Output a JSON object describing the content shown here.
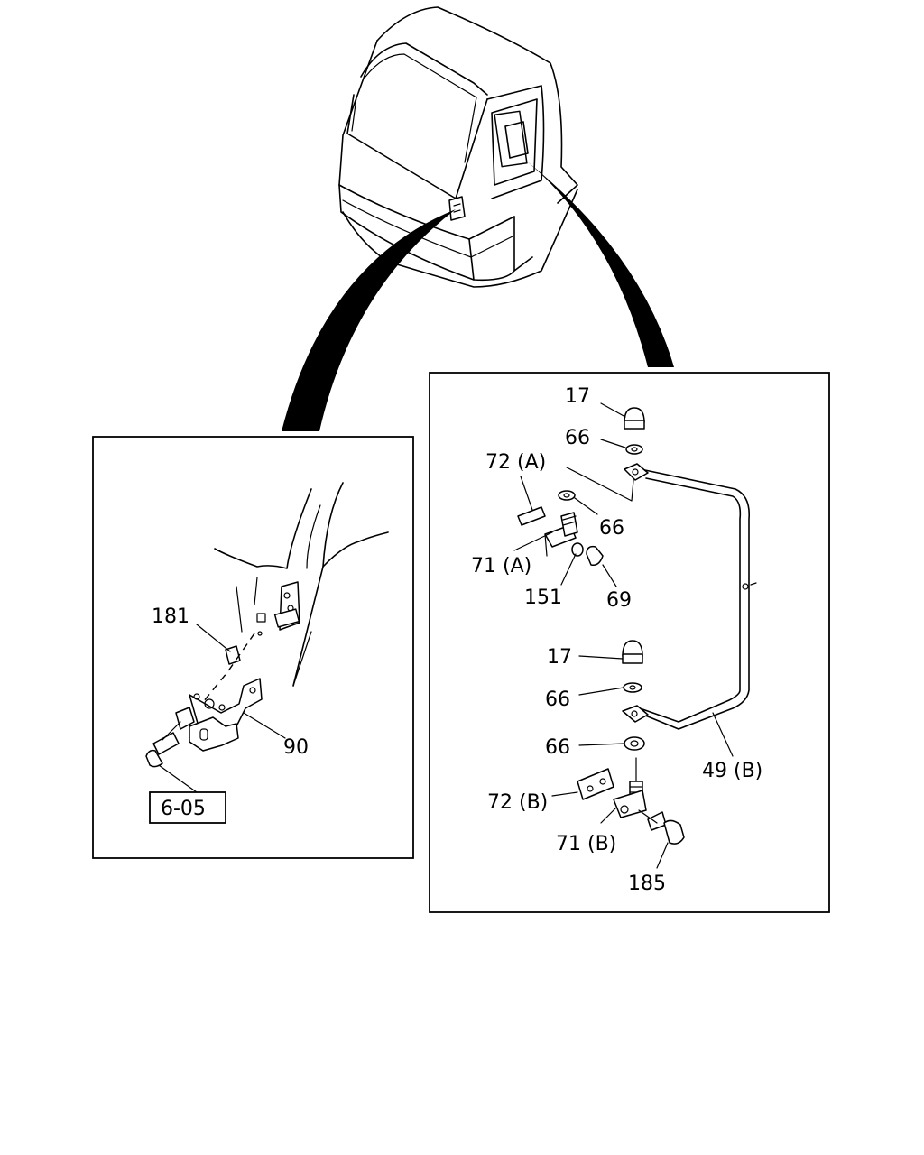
{
  "callouts": {
    "c181": "181",
    "c90": "90",
    "ref_box": "6-05",
    "c17a": "17",
    "c66a": "66",
    "c72a": "72 (A)",
    "c66b": "66",
    "c71a": "71 (A)",
    "c151": "151",
    "c69": "69",
    "c17b": "17",
    "c66c": "66",
    "c66d": "66",
    "c49b": "49 (B)",
    "c72b": "72 (B)",
    "c71b": "71 (B)",
    "c185": "185"
  }
}
